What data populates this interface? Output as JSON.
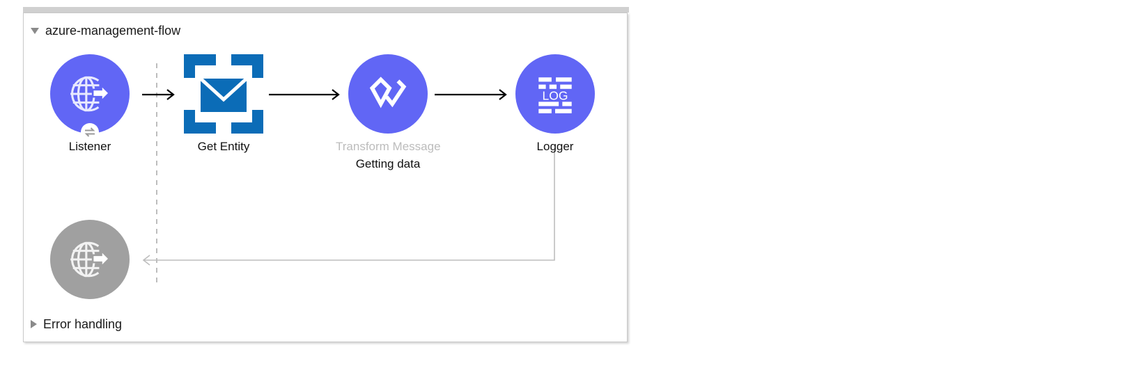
{
  "panel": {
    "accent_color": "#1186e0",
    "header": {
      "title": "azure-management-flow",
      "toggle_icon": "triangle-down-icon"
    },
    "footer": {
      "title": "Error handling",
      "toggle_icon": "triangle-right-icon"
    }
  },
  "palette": {
    "node_purple": "#6166f5",
    "node_gray": "#a0a0a0",
    "node_blue": "#0b6cb7",
    "label_text": "#111111",
    "label_dim": "#bcbcbc",
    "connector_black": "#000000",
    "connector_gray": "#bdbdbd"
  },
  "nodes": [
    {
      "id": "listener",
      "label": "Listener",
      "sublabel": "",
      "icon": "globe-arrow-icon",
      "badge_icon": "exchange-icon",
      "shape": "circle",
      "color": "#6166f5",
      "dim": false
    },
    {
      "id": "get-entity",
      "label": "Get Entity",
      "sublabel": "",
      "icon": "envelope-brackets-icon",
      "badge_icon": "",
      "shape": "brackets",
      "color": "#0b6cb7",
      "dim": false
    },
    {
      "id": "transform-message",
      "label": "Transform Message",
      "sublabel": "Getting data",
      "icon": "transform-check-icon",
      "badge_icon": "",
      "shape": "circle",
      "color": "#6166f5",
      "dim": true
    },
    {
      "id": "logger",
      "label": "Logger",
      "sublabel": "",
      "icon": "log-icon",
      "badge_icon": "",
      "shape": "circle",
      "color": "#6166f5",
      "dim": false
    },
    {
      "id": "listener-return",
      "label": "",
      "sublabel": "",
      "icon": "globe-arrow-icon",
      "badge_icon": "",
      "shape": "circle",
      "color": "#a0a0a0",
      "dim": false
    }
  ],
  "logger_icon_text": "LOG"
}
